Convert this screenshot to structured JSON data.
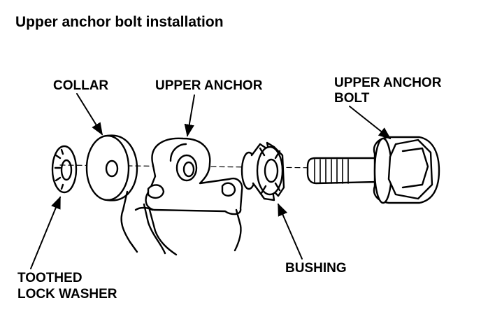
{
  "title": "Upper anchor bolt installation",
  "labels": {
    "collar": "COLLAR",
    "upper_anchor": "UPPER ANCHOR",
    "upper_anchor_bolt_line1": "UPPER ANCHOR",
    "upper_anchor_bolt_line2": "BOLT",
    "toothed_lock_washer_line1": "TOOTHED",
    "toothed_lock_washer_line2": "LOCK WASHER",
    "bushing": "BUSHING"
  },
  "colors": {
    "ink": "#000000",
    "paper": "#ffffff"
  }
}
